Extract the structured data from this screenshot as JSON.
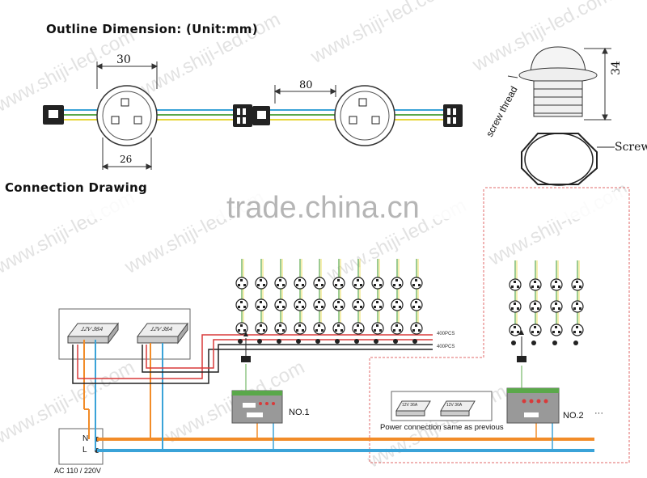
{
  "outline": {
    "title": "Outline Dimension",
    "unit": "(Unit:mm)",
    "dim_outer": "30",
    "dim_inner": "26",
    "dim_spacing": "80",
    "dim_height": "34",
    "screw_thread": "screw thread",
    "screw": "Screw"
  },
  "connection": {
    "title": "Connection Drawing",
    "psu_label_1": "12V 36A",
    "psu_label_2": "12V 36A",
    "psu_small_1": "12V 36A",
    "psu_small_2": "12V 36A",
    "controller_1": "NO.1",
    "controller_2": "NO.2",
    "ellipsis": "···",
    "power_note": "Power connection same as previous",
    "wire_label_1": "400PCS",
    "wire_label_2": "400PCS",
    "neutral": "N",
    "live": "L",
    "ac_label": "AC 110 / 220V"
  },
  "watermarks": {
    "site": "www.shiji-led.com",
    "trade": "trade.china.cn"
  },
  "colors": {
    "orange_wire": "#f28c28",
    "blue_wire": "#3aa3d8",
    "green_wire": "#5aa84a",
    "red_wire": "#d83a3a",
    "yellow_wire": "#e8d73a",
    "dashed_red": "#e06a6a"
  }
}
